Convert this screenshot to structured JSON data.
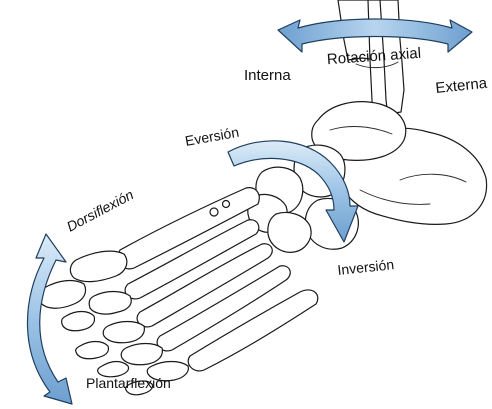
{
  "labels": {
    "rotacion_axial": "Rotación axial",
    "interna": "Interna",
    "externa": "Externa",
    "eversion": "Eversión",
    "inversion": "Inversión",
    "dorsiflexion": "Dorsiflexión",
    "plantarflexion": "Plantarflexión"
  },
  "colors": {
    "arrow_light": "#dcecf8",
    "arrow_mid": "#9cc3e6",
    "arrow_dark": "#6d9fcf",
    "arrow_stroke": "#1f3f5f"
  },
  "icons": {
    "rotation": "curved-double-arrow-icon",
    "inversion_eversion": "curved-arrow-icon",
    "flexion": "curved-double-arrow-icon"
  }
}
